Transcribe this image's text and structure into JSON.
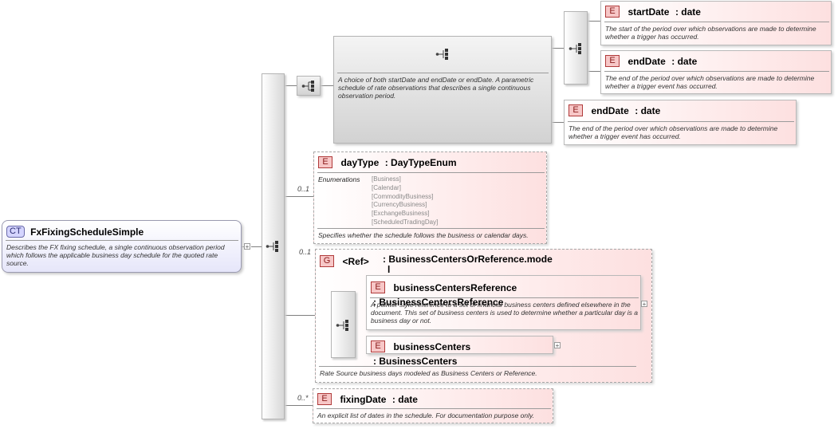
{
  "complex_type": {
    "badge": "CT",
    "name": "FxFixingScheduleSimple",
    "description": "Describes the FX fixing schedule, a single continuous observation period which follows the applicable business day schedule for the quoted rate source."
  },
  "choice": {
    "description": "A choice of both startDate and endDate or endDate. A parametric schedule of rate observations that describes a single continuous observation period."
  },
  "start_date": {
    "badge": "E",
    "name": "startDate",
    "type": ": date",
    "description": "The start of the period over which observations are made to determine whether a trigger has occurred."
  },
  "end_date_1": {
    "badge": "E",
    "name": "endDate",
    "type": ": date",
    "description": "The end of the period over which observations are made to determine whether a trigger event has occurred."
  },
  "end_date_2": {
    "badge": "E",
    "name": "endDate",
    "type": ": date",
    "description": "The end of the period over which observations are made to determine whether a trigger event has occurred."
  },
  "day_type": {
    "occurrence": "0..1",
    "badge": "E",
    "name": "dayType",
    "type": ": DayTypeEnum",
    "enum_label": "Enumerations",
    "enumerations": [
      "[Business]",
      "[Calendar]",
      "[CommodityBusiness]",
      "[CurrencyBusiness]",
      "[ExchangeBusiness]",
      "[ScheduledTradingDay]"
    ],
    "description": "Specifies whether the schedule follows the business or calendar days."
  },
  "group_ref": {
    "occurrence": "0..1",
    "badge": "G",
    "name": "<Ref>",
    "type_line1": ": BusinessCentersOrReference.mode",
    "type_line2": "l",
    "description": "Rate Source business days modeled as Business Centers or Reference."
  },
  "business_centers_reference": {
    "badge": "E",
    "name": "businessCentersReference",
    "type": ": BusinessCentersReference",
    "description": "A pointer style reference to a set of financial business centers defined elsewhere in the document. This set of business centers is used to determine whether a particular day is a business day or not."
  },
  "business_centers": {
    "badge": "E",
    "name": "businessCenters",
    "type": ": BusinessCenters"
  },
  "fixing_date": {
    "occurrence": "0..*",
    "badge": "E",
    "name": "fixingDate",
    "type": ": date",
    "description": "An explicit list of dates in the schedule. For documentation purpose only."
  },
  "icons": {
    "sequence": "sequence-icon",
    "choice": "choice-icon",
    "expand": "+"
  },
  "colors": {
    "complex_type_fill": "#e6e6fa",
    "element_fill": "#fde0e0",
    "badge_fill": "#f7c7c7",
    "connector": "#7f7f7f"
  }
}
